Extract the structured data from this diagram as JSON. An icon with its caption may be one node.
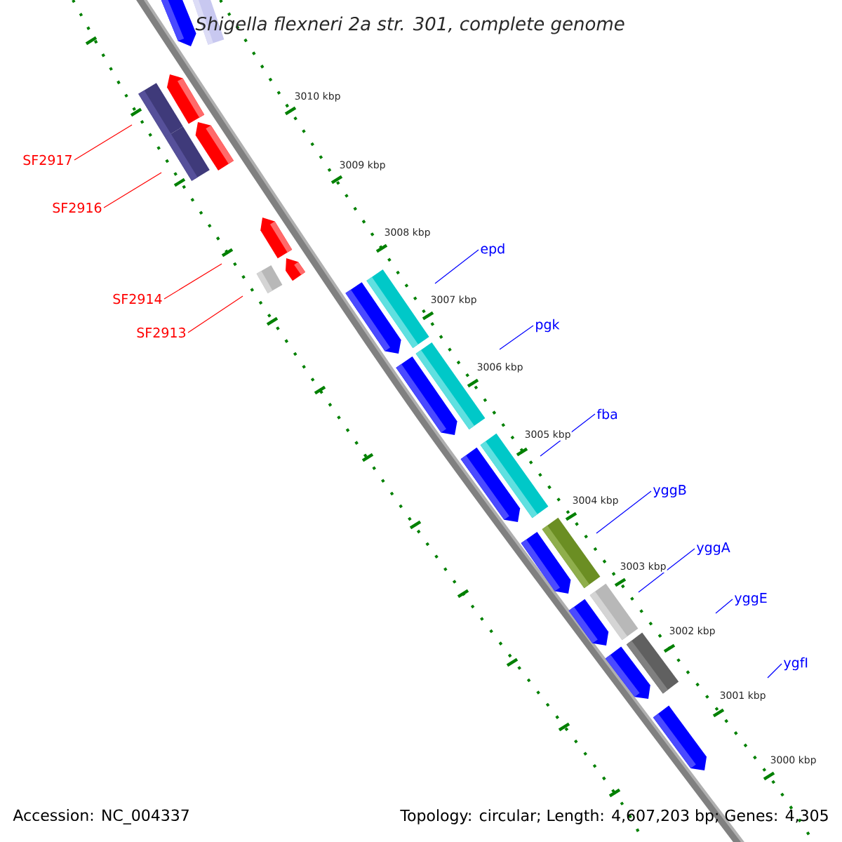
{
  "diagram": {
    "title": "Shigella flexneri 2a str. 301, complete genome",
    "nodes": [
      {
        "text": [
          "SF2917"
        ]
      },
      {
        "text": [
          "SF2916"
        ]
      },
      {
        "text": [
          "SF2914"
        ]
      },
      {
        "text": [
          "SF2913"
        ]
      },
      {
        "text": [
          "epd"
        ]
      },
      {
        "text": [
          "pgk"
        ]
      },
      {
        "text": [
          "fba"
        ]
      },
      {
        "text": [
          "yggB"
        ]
      },
      {
        "text": [
          "yggA"
        ]
      },
      {
        "text": [
          "yggE"
        ]
      },
      {
        "text": [
          "ygfI"
        ]
      }
    ],
    "edges": [
      {
        "from": 0,
        "to": null,
        "arrow": "none",
        "color": "#ff0000"
      },
      {
        "from": 1,
        "to": null,
        "arrow": "none",
        "color": "#ff0000"
      },
      {
        "from": 2,
        "to": null,
        "arrow": "none",
        "color": "#ff0000"
      },
      {
        "from": 3,
        "to": null,
        "arrow": "none",
        "color": "#ff0000"
      },
      {
        "from": 4,
        "to": null,
        "arrow": "none"
      },
      {
        "from": 5,
        "to": null,
        "arrow": "none"
      },
      {
        "from": 6,
        "to": null,
        "arrow": "none"
      },
      {
        "from": 7,
        "to": null,
        "arrow": "none"
      },
      {
        "from": 8,
        "to": null,
        "arrow": "none"
      },
      {
        "from": 9,
        "to": null,
        "arrow": "none"
      },
      {
        "from": 10,
        "to": null,
        "arrow": "none"
      }
    ],
    "labels": [
      "3010 kbp",
      "3009 kbp",
      "3008 kbp",
      "3007 kbp",
      "3006 kbp",
      "3005 kbp",
      "3004 kbp",
      "3003 kbp",
      "3002 kbp",
      "3001 kbp",
      "3000 kbp",
      "Accession: NC_004337",
      "Topology: circular; Length: 4,607,203 bp; Genes: 4,305"
    ]
  }
}
